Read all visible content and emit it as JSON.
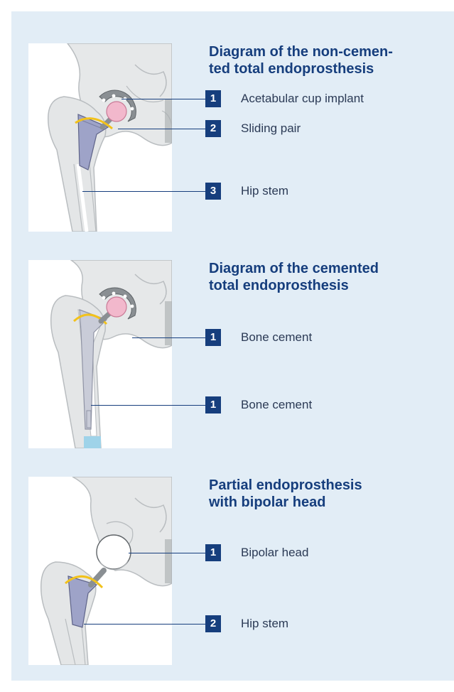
{
  "sections": [
    {
      "title": "Diagram of the non-cemen-ted total endoprosthesis",
      "title_lines": [
        "Diagram of the non-cemen-",
        "ted total endoprosthesis"
      ],
      "callouts": [
        {
          "number": "1",
          "label": "Acetabular cup implant"
        },
        {
          "number": "2",
          "label": "Sliding pair"
        },
        {
          "number": "3",
          "label": "Hip stem"
        }
      ]
    },
    {
      "title": "Diagram of the cemented total endoprosthesis",
      "title_lines": [
        "Diagram of the cemented",
        "total endoprosthesis"
      ],
      "callouts": [
        {
          "number": "1",
          "label": "Bone cement"
        },
        {
          "number": "1",
          "label": "Bone cement"
        }
      ]
    },
    {
      "title": "Partial endoprosthesis with bipolar head",
      "title_lines": [
        "Partial endoprosthesis",
        "with bipolar head"
      ],
      "callouts": [
        {
          "number": "1",
          "label": "Bipolar head"
        },
        {
          "number": "2",
          "label": "Hip stem"
        }
      ]
    }
  ],
  "colors": {
    "panel_background": "#e2edf6",
    "accent": "#163e7d",
    "bone": "#d9dcdd",
    "implant_head": "#f2b8cc",
    "stem": "#9ea3c8",
    "cup": "#8a8f93",
    "collar": "#f2c21b",
    "cement": "#9fd3e9"
  }
}
